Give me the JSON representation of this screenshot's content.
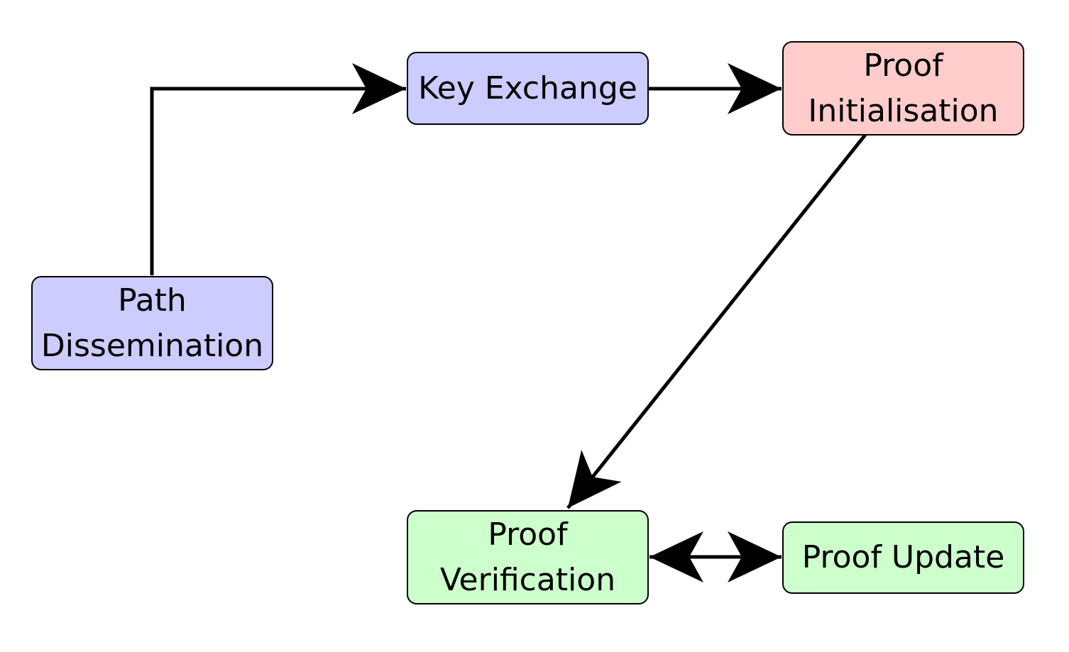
{
  "diagram": {
    "nodes": {
      "key_exchange": {
        "label": "Key Exchange",
        "color": "#ccccff"
      },
      "proof_initialisation": {
        "label": "Proof\nInitialisation",
        "color": "#ffcccc"
      },
      "path_dissemination": {
        "label": "Path\nDissemination",
        "color": "#ccccff"
      },
      "proof_verification": {
        "label": "Proof\nVerification",
        "color": "#ccffcc"
      },
      "proof_update": {
        "label": "Proof Update",
        "color": "#ccffcc"
      }
    },
    "edges": [
      {
        "from": "Path Dissemination",
        "to": "Key Exchange",
        "direction": "forward"
      },
      {
        "from": "Key Exchange",
        "to": "Proof Initialisation",
        "direction": "forward"
      },
      {
        "from": "Proof Initialisation",
        "to": "Proof Verification",
        "direction": "forward"
      },
      {
        "from": "Proof Verification",
        "to": "Proof Update",
        "direction": "both"
      }
    ]
  }
}
